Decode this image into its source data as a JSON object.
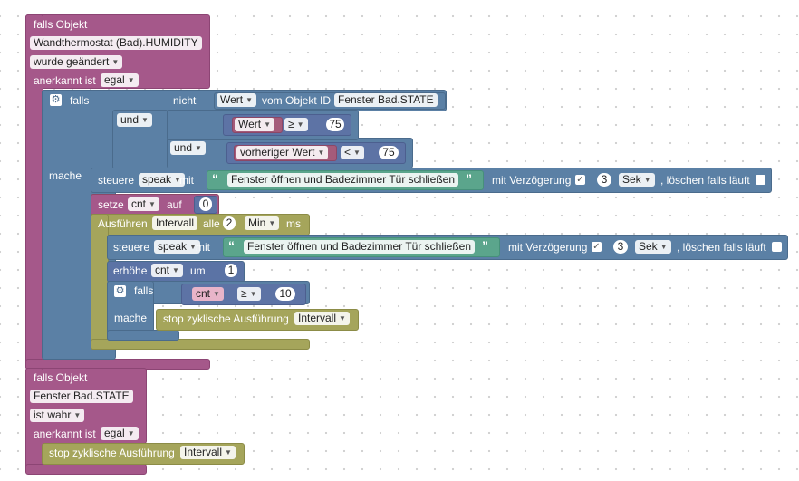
{
  "block1": {
    "title": "falls Objekt",
    "object": "Wandthermostat (Bad).HUMIDITY",
    "event": "wurde geändert",
    "ack_label": "anerkannt ist",
    "ack_value": "egal",
    "if": {
      "falls": "falls",
      "und1": "und",
      "nicht": "nicht",
      "wert": "Wert",
      "vom_objekt": "vom Objekt ID",
      "object_id": "Fenster Bad.STATE",
      "cmp1_value": "Wert",
      "cmp1_op": "≥",
      "cmp1_num": "75",
      "und2": "und",
      "cmp2_value": "vorheriger Wert",
      "cmp2_op": "<",
      "cmp2_num": "75",
      "mache": "mache"
    },
    "control1": {
      "steuere": "steuere",
      "target": "speak",
      "mit": "mit",
      "text": "Fenster öffnen und Badezimmer Tür schließen",
      "mit_verz": "mit Verzögerung",
      "delay": "3",
      "unit": "Sek",
      "loeschen": ", löschen falls läuft"
    },
    "setze": {
      "label": "setze",
      "var": "cnt",
      "auf": "auf",
      "value": "0"
    },
    "interval": {
      "label": "Ausführen",
      "name": "Intervall",
      "alle": "alle",
      "value": "2",
      "unit": "Min",
      "ms": "ms",
      "control2": {
        "steuere": "steuere",
        "target": "speak",
        "mit": "mit",
        "text": "Fenster öffnen und Badezimmer Tür schließen",
        "mit_verz": "mit Verzögerung",
        "delay": "3",
        "unit": "Sek",
        "loeschen": ", löschen falls läuft"
      },
      "erhoehe": {
        "label": "erhöhe",
        "var": "cnt",
        "um": "um",
        "value": "1"
      },
      "if2": {
        "falls": "falls",
        "var": "cnt",
        "op": "≥",
        "num": "10",
        "mache": "mache",
        "stop": "stop zyklische Ausführung",
        "stop_target": "Intervall"
      }
    }
  },
  "block2": {
    "title": "falls Objekt",
    "object": "Fenster Bad.STATE",
    "event": "ist wahr",
    "ack_label": "anerkannt ist",
    "ack_value": "egal",
    "stop": "stop zyklische Ausführung",
    "stop_target": "Intervall"
  },
  "colors": {
    "trigger": "#a5588a",
    "logic": "#5b80a5",
    "math": "#5d73a5",
    "timer": "#a5a55b",
    "compare": "#a55b7a",
    "text": "#5ba58c"
  }
}
